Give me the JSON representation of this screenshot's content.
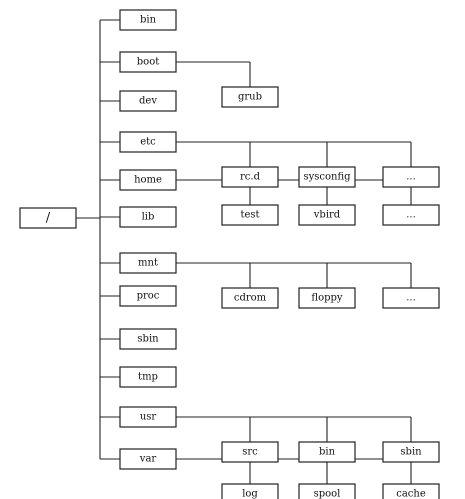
{
  "tree": {
    "root": "/",
    "children": [
      {
        "label": "bin"
      },
      {
        "label": "boot",
        "children": [
          "grub"
        ]
      },
      {
        "label": "dev"
      },
      {
        "label": "etc",
        "children": [
          "rc.d",
          "sysconfig",
          "..."
        ]
      },
      {
        "label": "home",
        "children": [
          "test",
          "vbird",
          "..."
        ]
      },
      {
        "label": "lib"
      },
      {
        "label": "mnt",
        "children": [
          "cdrom",
          "floppy",
          "..."
        ]
      },
      {
        "label": "proc"
      },
      {
        "label": "sbin"
      },
      {
        "label": "tmp"
      },
      {
        "label": "usr",
        "children": [
          "src",
          "bin",
          "sbin"
        ]
      },
      {
        "label": "var",
        "children": [
          "log",
          "spool",
          "cache"
        ]
      }
    ]
  }
}
